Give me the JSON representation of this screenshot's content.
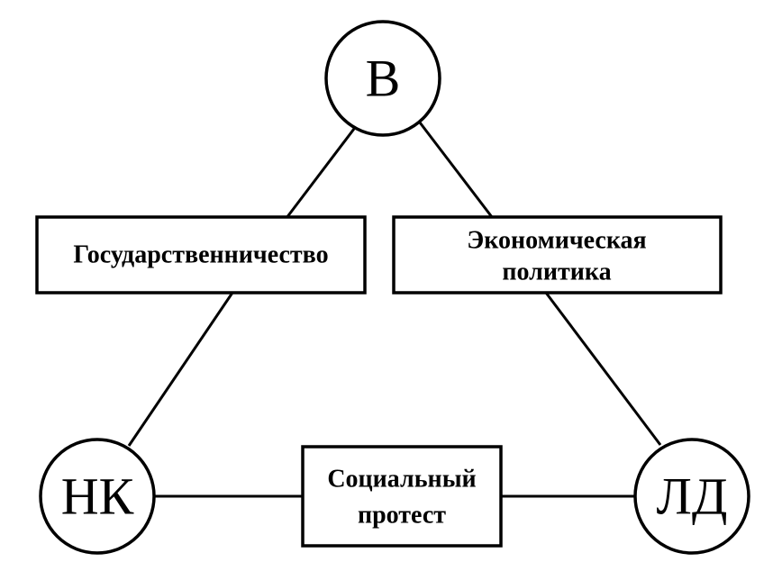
{
  "nodes": {
    "top": "В",
    "bottom_left": "НК",
    "bottom_right": "ЛД"
  },
  "boxes": {
    "left": [
      "Государственничество"
    ],
    "right": [
      "Экономическая",
      "политика"
    ],
    "bottom": [
      "Социальный",
      "протест"
    ]
  }
}
